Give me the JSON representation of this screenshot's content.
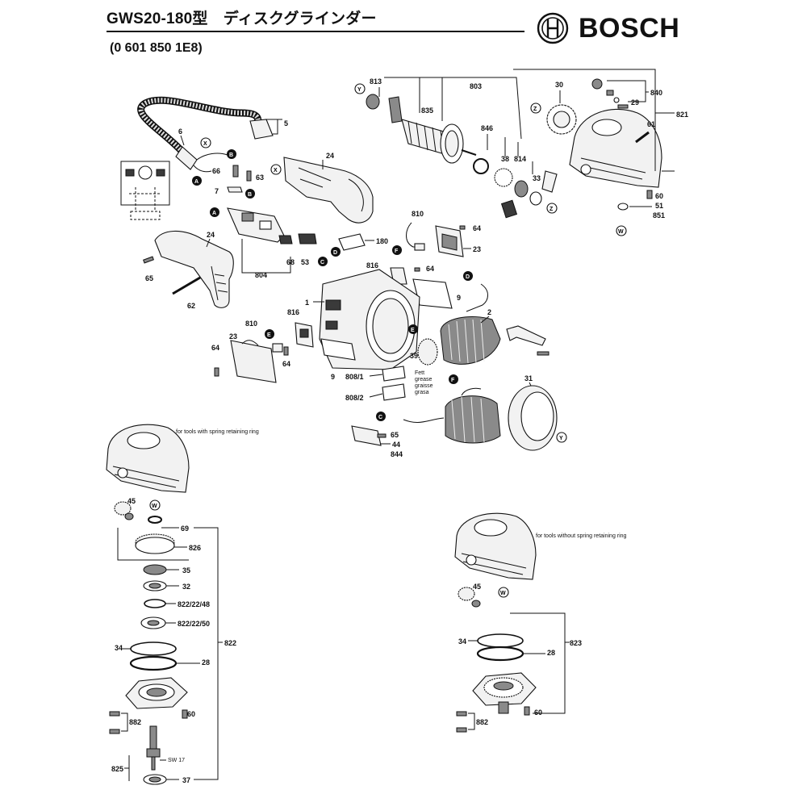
{
  "header": {
    "title": "GWS20-180型　ディスクグラインダー",
    "subtitle": "(0 601 850 1E8)",
    "brand": "BOSCH"
  },
  "notes": {
    "with_ring": "for tools with spring retaining ring",
    "without_ring": "for tools without spring retaining ring",
    "grease": [
      "Fett",
      "grease",
      "graisse",
      "grasa"
    ],
    "sw": "SW 17"
  },
  "labels": {
    "p813": "813",
    "p803": "803",
    "p835": "835",
    "p846": "846",
    "p38": "38",
    "p814": "814",
    "p33": "33",
    "p30": "30",
    "p840": "840",
    "p29": "29",
    "p821": "821",
    "p61": "61",
    "p60a": "60",
    "p51": "51",
    "p851": "851",
    "p5": "5",
    "p6": "6",
    "p66": "66",
    "p63": "63",
    "p7": "7",
    "p24a": "24",
    "p24b": "24",
    "p68": "68",
    "p53": "53",
    "p804": "804",
    "p65a": "65",
    "p62": "62",
    "p180": "180",
    "p810a": "810",
    "p64a": "64",
    "p23a": "23",
    "p816a": "816",
    "p64b": "64",
    "p9a": "9",
    "p1": "1",
    "p2": "2",
    "p816b": "816",
    "p810b": "810",
    "p23b": "23",
    "p64c": "64",
    "p64d": "64",
    "p39": "39",
    "p9b": "9",
    "p808_1": "808/1",
    "p808_2": "808/2",
    "p31": "31",
    "p65b": "65",
    "p44": "44",
    "p844": "844",
    "p45a": "45",
    "p69": "69",
    "p826": "826",
    "p35": "35",
    "p32": "32",
    "p822_22_48": "822/22/48",
    "p822_22_50": "822/22/50",
    "p34a": "34",
    "p28a": "28",
    "p822": "822",
    "p60b": "60",
    "p882a": "882",
    "p825": "825",
    "p37": "37",
    "p45b": "45",
    "p34b": "34",
    "p28b": "28",
    "p823": "823",
    "p60c": "60",
    "p882b": "882"
  },
  "connectors": {
    "x1": "X",
    "x2": "X",
    "b1": "B",
    "b2": "B",
    "a1": "A",
    "a2": "A",
    "c1": "C",
    "c2": "C",
    "d1": "D",
    "d2": "D",
    "e1": "E",
    "e2": "E",
    "f1": "F",
    "f2": "F",
    "y1": "Y",
    "y2": "Y",
    "z1": "Z",
    "z2": "Z",
    "w1": "W",
    "w2": "W",
    "w3": "W"
  }
}
